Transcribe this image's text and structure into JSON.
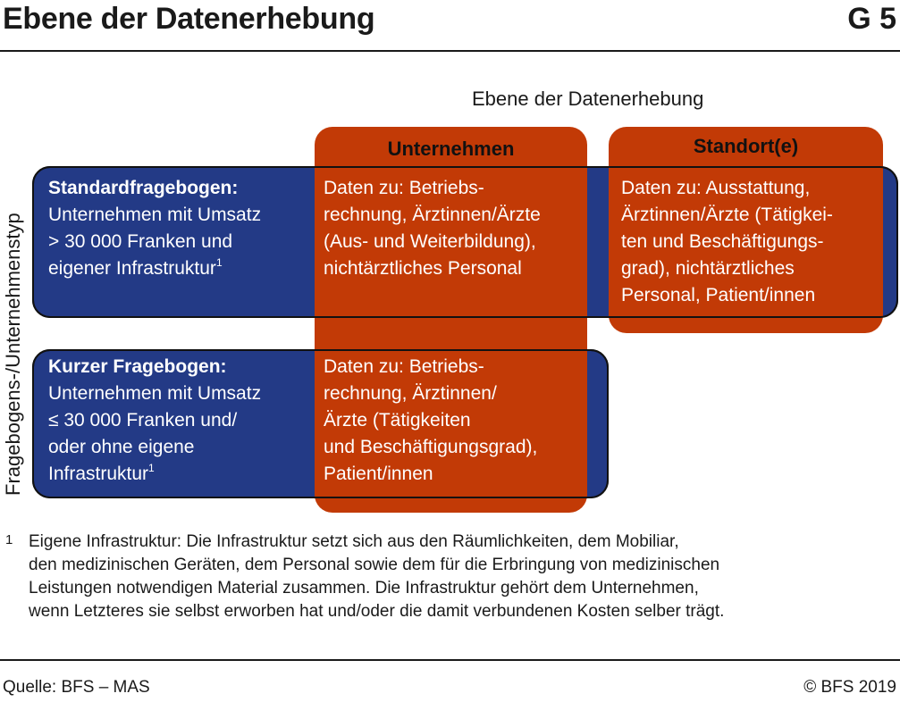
{
  "header": {
    "title": "Ebene der Datenerhebung",
    "figure_number": "G 5"
  },
  "diagram": {
    "column_axis_label": "Ebene der Datenerhebung",
    "row_axis_label": "Fragebogens-/Unternehmenstyp",
    "colors": {
      "row_fill": "#233a86",
      "column_fill": "#c23a06",
      "outline": "#111111"
    },
    "columns": [
      {
        "label": "Unternehmen"
      },
      {
        "label": "Standort(e)"
      }
    ],
    "rows": [
      {
        "title": "Standardfragebogen:",
        "lines": [
          "Unternehmen mit Umsatz",
          "> 30 000 Franken und",
          "eigener Infrastruktur"
        ],
        "footnote_ref": "1",
        "cells": {
          "unternehmen": [
            "Daten zu: Betriebs-",
            "rechnung, Ärztinnen/Ärzte",
            "(Aus- und Weiterbildung),",
            "nichtärztliches Personal"
          ],
          "standort": [
            "Daten zu: Ausstattung,",
            "Ärztinnen/Ärzte (Tätigkei-",
            "ten und Beschäftigungs-",
            "grad), nichtärztliches",
            "Personal, Patient/innen"
          ]
        }
      },
      {
        "title": "Kurzer Fragebogen:",
        "lines": [
          "Unternehmen mit Umsatz",
          "≤ 30 000 Franken und/",
          "oder ohne eigene",
          "Infrastruktur"
        ],
        "footnote_ref": "1",
        "cells": {
          "unternehmen": [
            "Daten zu: Betriebs-",
            "rechnung, Ärztinnen/",
            "Ärzte (Tätigkeiten",
            "und Beschäftigungsgrad),",
            "Patient/innen"
          ]
        }
      }
    ]
  },
  "footnote": {
    "mark": "1",
    "lines": [
      "Eigene Infrastruktur: Die Infrastruktur setzt sich aus den Räumlichkeiten, dem Mobiliar,",
      "den medizinischen Geräten, dem Personal sowie dem für die Erbringung von medizinischen",
      "Leistungen notwendigen Material zusammen. Die Infrastruktur gehört dem Unternehmen,",
      "wenn Letzteres sie selbst erworben hat und/oder die damit verbundenen Kosten selber trägt."
    ]
  },
  "footer": {
    "source": "Quelle: BFS – MAS",
    "copyright": "© BFS 2019"
  }
}
